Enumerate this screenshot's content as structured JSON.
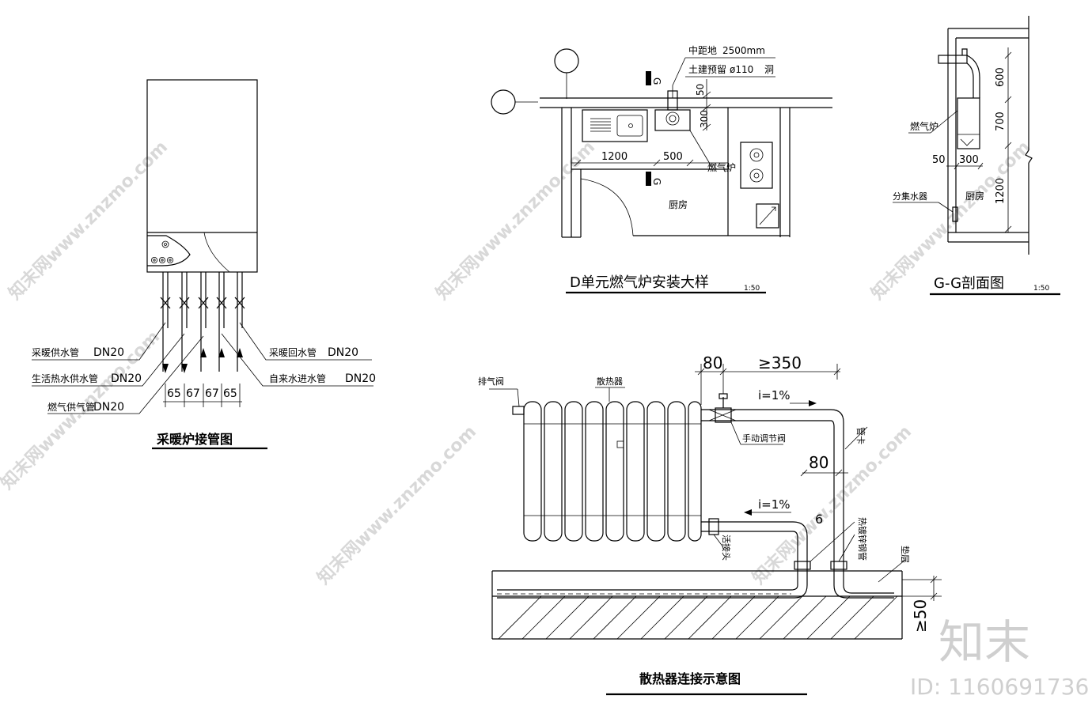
{
  "watermarks": {
    "repeat_text": "知末网www.znzmo.com",
    "logo": "知末",
    "id_label": "ID: 1160691736"
  },
  "boiler_diagram": {
    "title": "采暖炉接管图",
    "labels": {
      "heating_supply": "采暖供水管",
      "heating_supply_dn": "DN20",
      "hot_water_supply": "生活热水供水管",
      "hot_water_supply_dn": "DN20",
      "gas_supply": "燃气供气管",
      "gas_supply_dn": "DN20",
      "heating_return": "采暖回水管",
      "heating_return_dn": "DN20",
      "tap_water_inlet": "自来水进水管",
      "tap_water_inlet_dn": "DN20"
    },
    "spacing_dims": [
      "65",
      "67",
      "67",
      "65"
    ]
  },
  "plan_diagram": {
    "title": "D单元燃气炉安装大样",
    "scale": "1:50",
    "notes": {
      "line1_label": "中距地",
      "line1_value": "2500mm",
      "line2_label": "土建预留",
      "line2_value": "ø110",
      "line2_suffix": "洞"
    },
    "dims": {
      "d50": "50",
      "d300": "300",
      "d1200": "1200",
      "d500": "500"
    },
    "section_marks": [
      "G",
      "G"
    ],
    "labels": {
      "boiler": "燃气炉",
      "kitchen": "厨房"
    }
  },
  "section_diagram": {
    "title": "G-G剖面图",
    "scale": "1:50",
    "dims": {
      "d600": "600",
      "d700": "700",
      "d1200": "1200",
      "d50": "50",
      "d300": "300"
    },
    "labels": {
      "boiler": "燃气炉",
      "manifold": "分集水器",
      "kitchen": "厨房"
    }
  },
  "radiator_diagram": {
    "title": "散热器连接示意图",
    "dims": {
      "d80_top": "80",
      "d350": "≥350",
      "d80_side": "80",
      "d6": "6",
      "d50": "≥50"
    },
    "slopes": {
      "upper": "i=1%",
      "lower": "i=1%"
    },
    "labels": {
      "air_vent": "排气阀",
      "radiator": "散热器",
      "manual_valve": "手动调节阀",
      "pipe_clamp": "管卡",
      "union": "活接头",
      "steel_pipe": "热镀锌钢管",
      "cushion": "垫层"
    }
  }
}
